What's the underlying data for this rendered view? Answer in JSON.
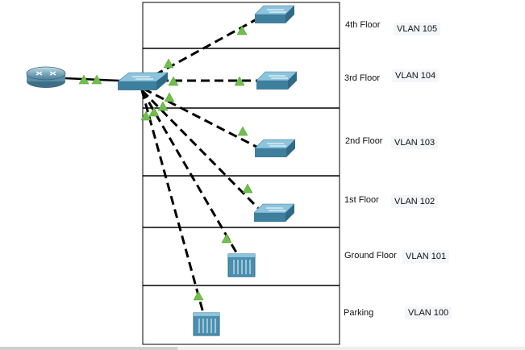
{
  "floors": [
    {
      "name": "4th Floor",
      "vlan": "VLAN 105"
    },
    {
      "name": "3rd Floor",
      "vlan": "VLAN 104"
    },
    {
      "name": "2nd Floor",
      "vlan": "VLAN 103"
    },
    {
      "name": "1st Floor",
      "vlan": "VLAN 102"
    },
    {
      "name": "Ground Floor",
      "vlan": "VLAN 101"
    },
    {
      "name": "Parking",
      "vlan": "VLAN 100"
    }
  ],
  "colors": {
    "link_status": "#6fbf4a",
    "device": "#4a8fb0",
    "device_top": "#8cc4dc",
    "device_dark": "#2f6a86"
  }
}
